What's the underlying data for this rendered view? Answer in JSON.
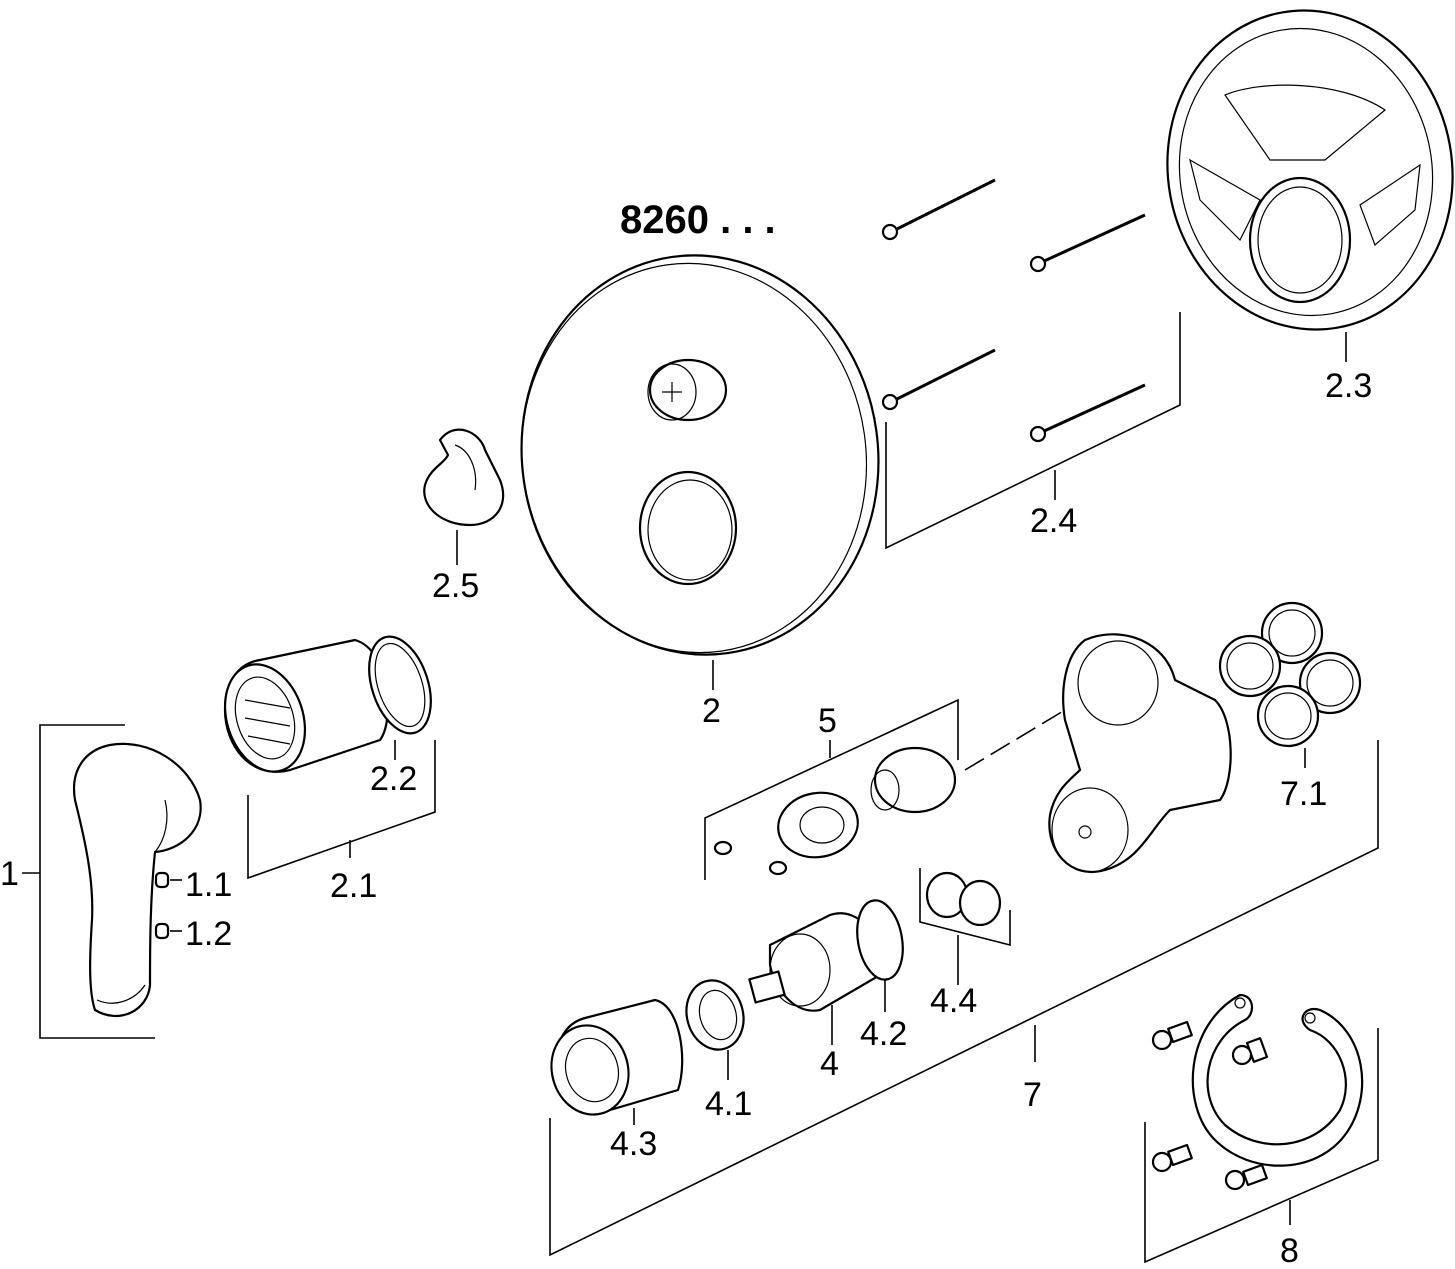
{
  "title": "8260 . . .",
  "labels": {
    "l1": "1",
    "l1_1": "1.1",
    "l1_2": "1.2",
    "l2": "2",
    "l2_1": "2.1",
    "l2_2": "2.2",
    "l2_3": "2.3",
    "l2_4": "2.4",
    "l2_5": "2.5",
    "l4": "4",
    "l4_1": "4.1",
    "l4_2": "4.2",
    "l4_3": "4.3",
    "l4_4": "4.4",
    "l5": "5",
    "l7": "7",
    "l7_1": "7.1",
    "l8": "8"
  }
}
